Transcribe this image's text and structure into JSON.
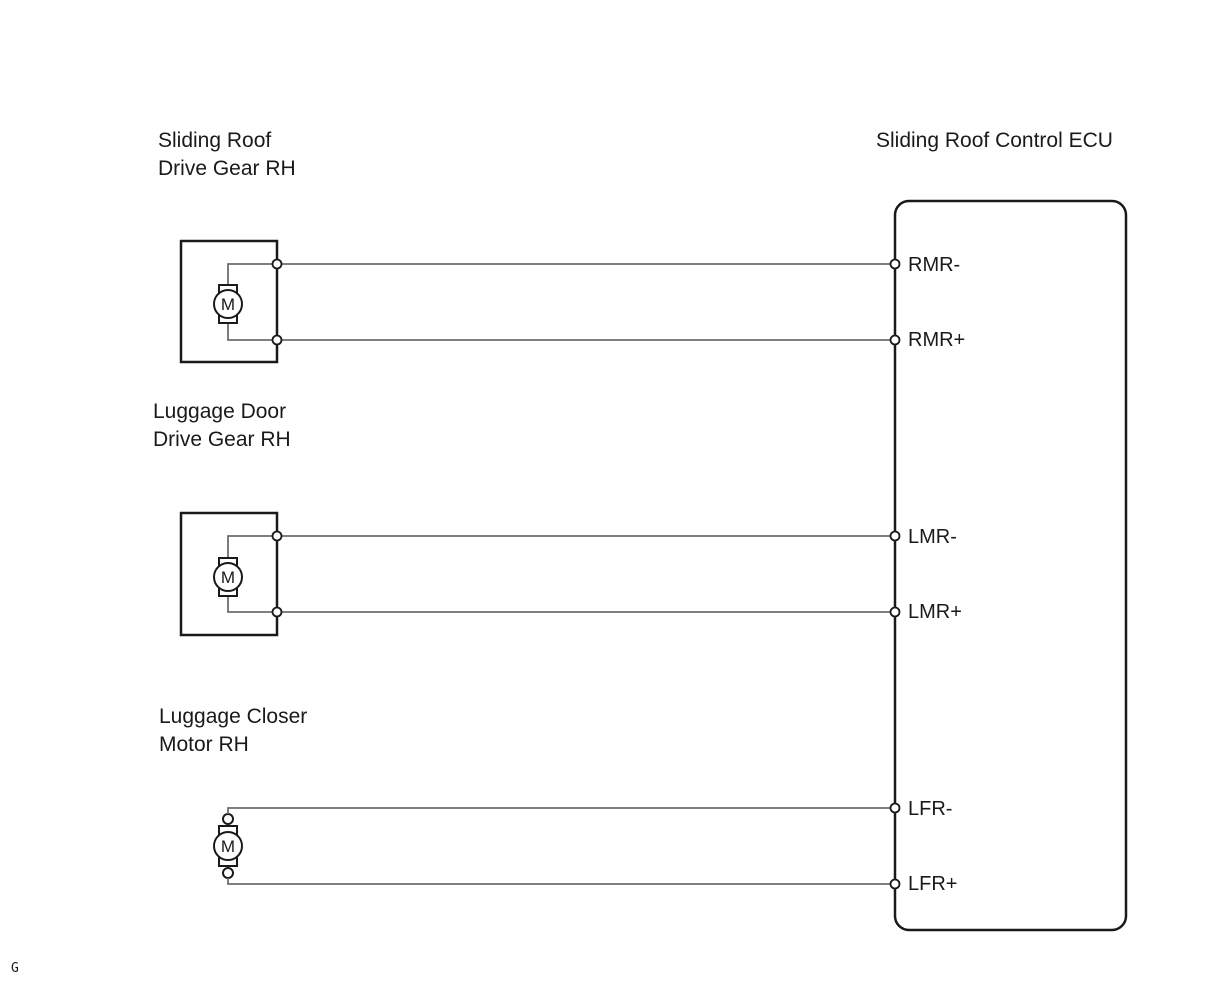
{
  "components": {
    "roof_gear": {
      "line1": "Sliding Roof",
      "line2": "Drive Gear RH",
      "motor_symbol": "M"
    },
    "door_gear": {
      "line1": "Luggage Door",
      "line2": "Drive Gear RH",
      "motor_symbol": "M"
    },
    "closer_motor": {
      "line1": "Luggage Closer",
      "line2": "Motor RH",
      "motor_symbol": "M"
    },
    "ecu": {
      "title": "Sliding Roof Control ECU"
    }
  },
  "pins": {
    "rmr_minus": "RMR-",
    "rmr_plus": "RMR+",
    "lmr_minus": "LMR-",
    "lmr_plus": "LMR+",
    "lfr_minus": "LFR-",
    "lfr_plus": "LFR+"
  },
  "corner_mark": "G",
  "colors": {
    "line": "#1a1a1a",
    "wire": "#6e6e6e",
    "background": "#ffffff"
  }
}
